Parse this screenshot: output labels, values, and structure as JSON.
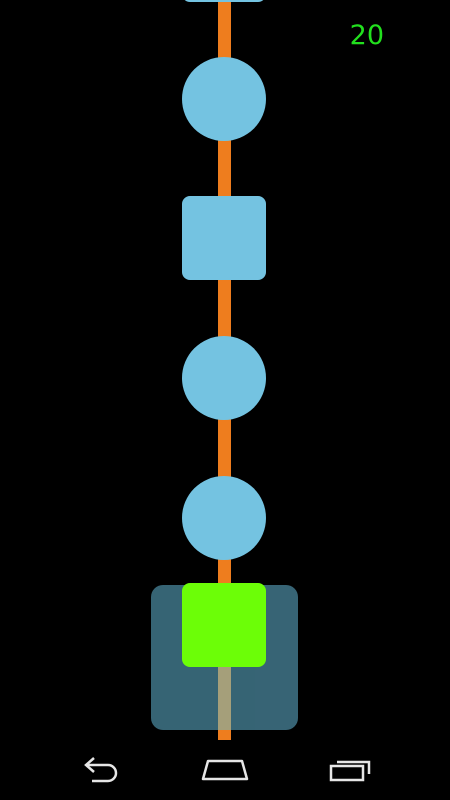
{
  "game": {
    "score": "20",
    "colors": {
      "background": "#000000",
      "track": "#ee7d1e",
      "obstacle": "#74c3e1",
      "player": "#6cfe07",
      "player_zone": "#386677",
      "score_text": "#22e01e"
    },
    "obstacles": [
      {
        "shape": "square"
      },
      {
        "shape": "circle"
      },
      {
        "shape": "square"
      },
      {
        "shape": "circle"
      },
      {
        "shape": "circle"
      }
    ],
    "player": {
      "shape": "square"
    }
  },
  "nav_bar": {
    "back_icon": "back-arrow-icon",
    "home_icon": "home-icon",
    "recents_icon": "recent-apps-icon"
  }
}
